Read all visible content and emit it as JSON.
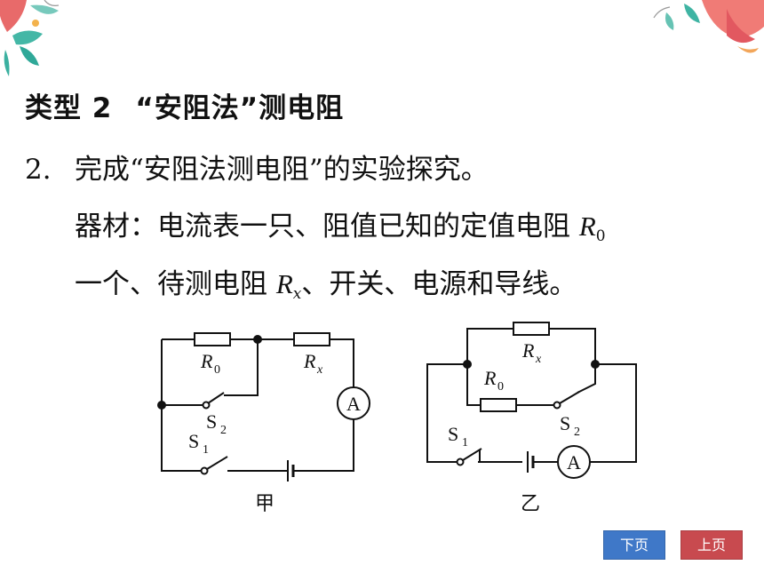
{
  "heading": {
    "type_num": "类型 2",
    "title": "“安阻法”测电阻"
  },
  "problem": {
    "number": "2.",
    "line1": "完成“安阻法测电阻”的实验探究。",
    "line2_text": "器材：电流表一只、阻值已知的定值电阻 ",
    "line2_var": "R",
    "line2_sub": "0",
    "line3_a": "一个、待测电阻 ",
    "line3_var": "R",
    "line3_sub": "x",
    "line3_b": "、开关、电源和导线。"
  },
  "circuits": {
    "jia": {
      "caption": "甲",
      "r0": "R",
      "r0_sub": "0",
      "rx": "R",
      "rx_sub": "x",
      "s1": "S",
      "s1_sub": "1",
      "s2": "S",
      "s2_sub": "2",
      "ammeter": "A"
    },
    "yi": {
      "caption": "乙",
      "r0": "R",
      "r0_sub": "0",
      "rx": "R",
      "rx_sub": "x",
      "s1": "S",
      "s1_sub": "1",
      "s2": "S",
      "s2_sub": "2",
      "ammeter": "A"
    }
  },
  "nav": {
    "next": "下页",
    "prev": "上页"
  },
  "colors": {
    "next_button": "#3f78c8",
    "prev_button": "#c84a4f"
  },
  "decorations": [
    "leaf-decoration-top-left",
    "leaf-decoration-top-right"
  ]
}
